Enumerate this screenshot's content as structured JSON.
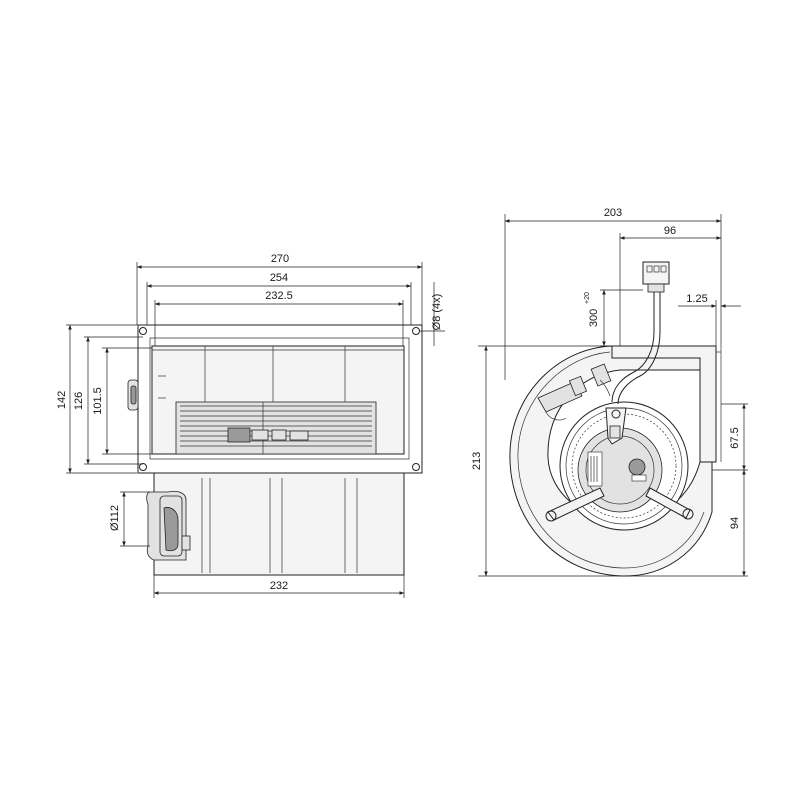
{
  "front_view": {
    "dims": {
      "width_270": "270",
      "width_254": "254",
      "width_232_5": "232.5",
      "hole": "Ø8 (4x)",
      "height_142": "142",
      "height_126": "126",
      "height_101_5": "101.5",
      "diameter_112": "Ø112",
      "width_232": "232"
    }
  },
  "side_view": {
    "dims": {
      "width_203": "203",
      "width_96": "96",
      "cable_300": "300",
      "cable_tol": "+20",
      "offset_1_25": "1.25",
      "height_213": "213",
      "height_67_5": "67.5",
      "height_94": "94"
    }
  }
}
